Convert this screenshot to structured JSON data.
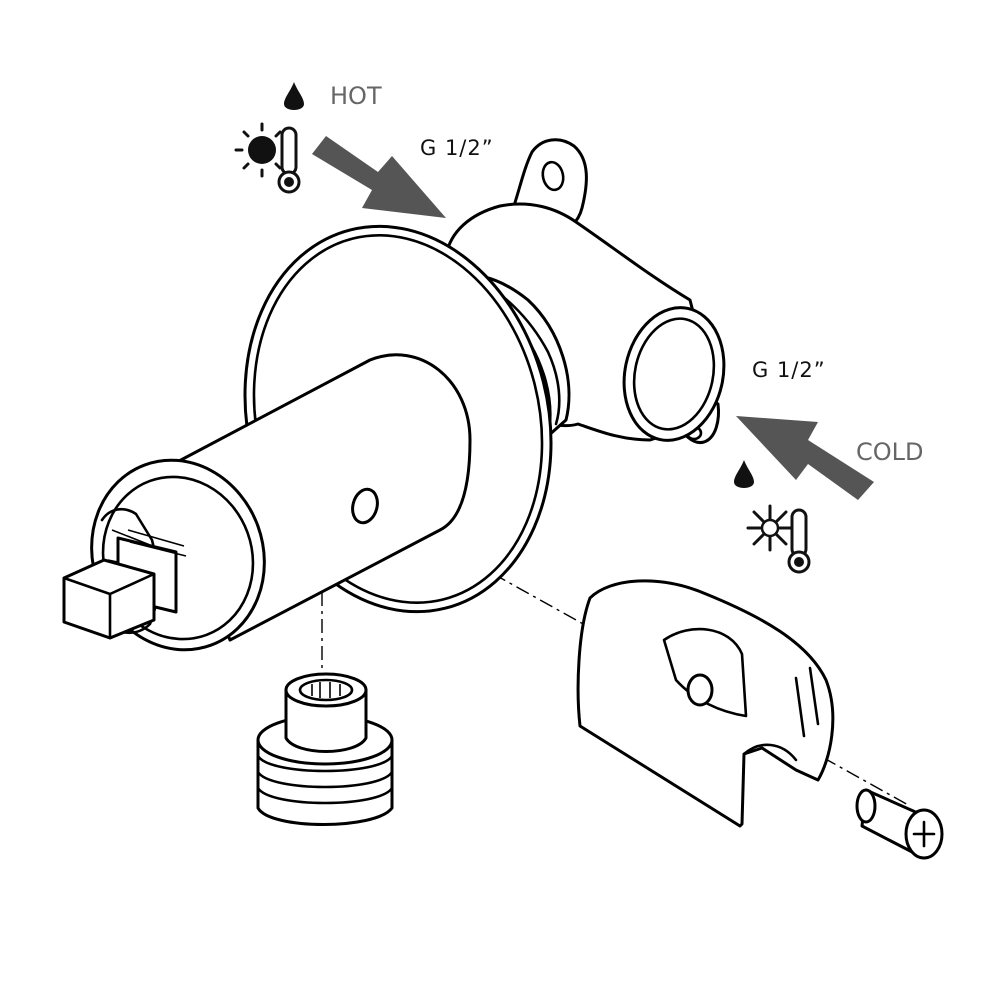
{
  "labels": {
    "hot": "HOT",
    "cold": "COLD",
    "hot_thread": "G 1/2”",
    "cold_thread": "G 1/2”"
  },
  "icons": {
    "hot_water": "water-drop-icon",
    "hot_temperature": "sun-thermometer-icon",
    "cold_water": "water-drop-icon",
    "cold_temperature": "snowflake-thermometer-icon"
  },
  "colors": {
    "arrow": "#555555",
    "label": "#666666",
    "line": "#000000"
  }
}
